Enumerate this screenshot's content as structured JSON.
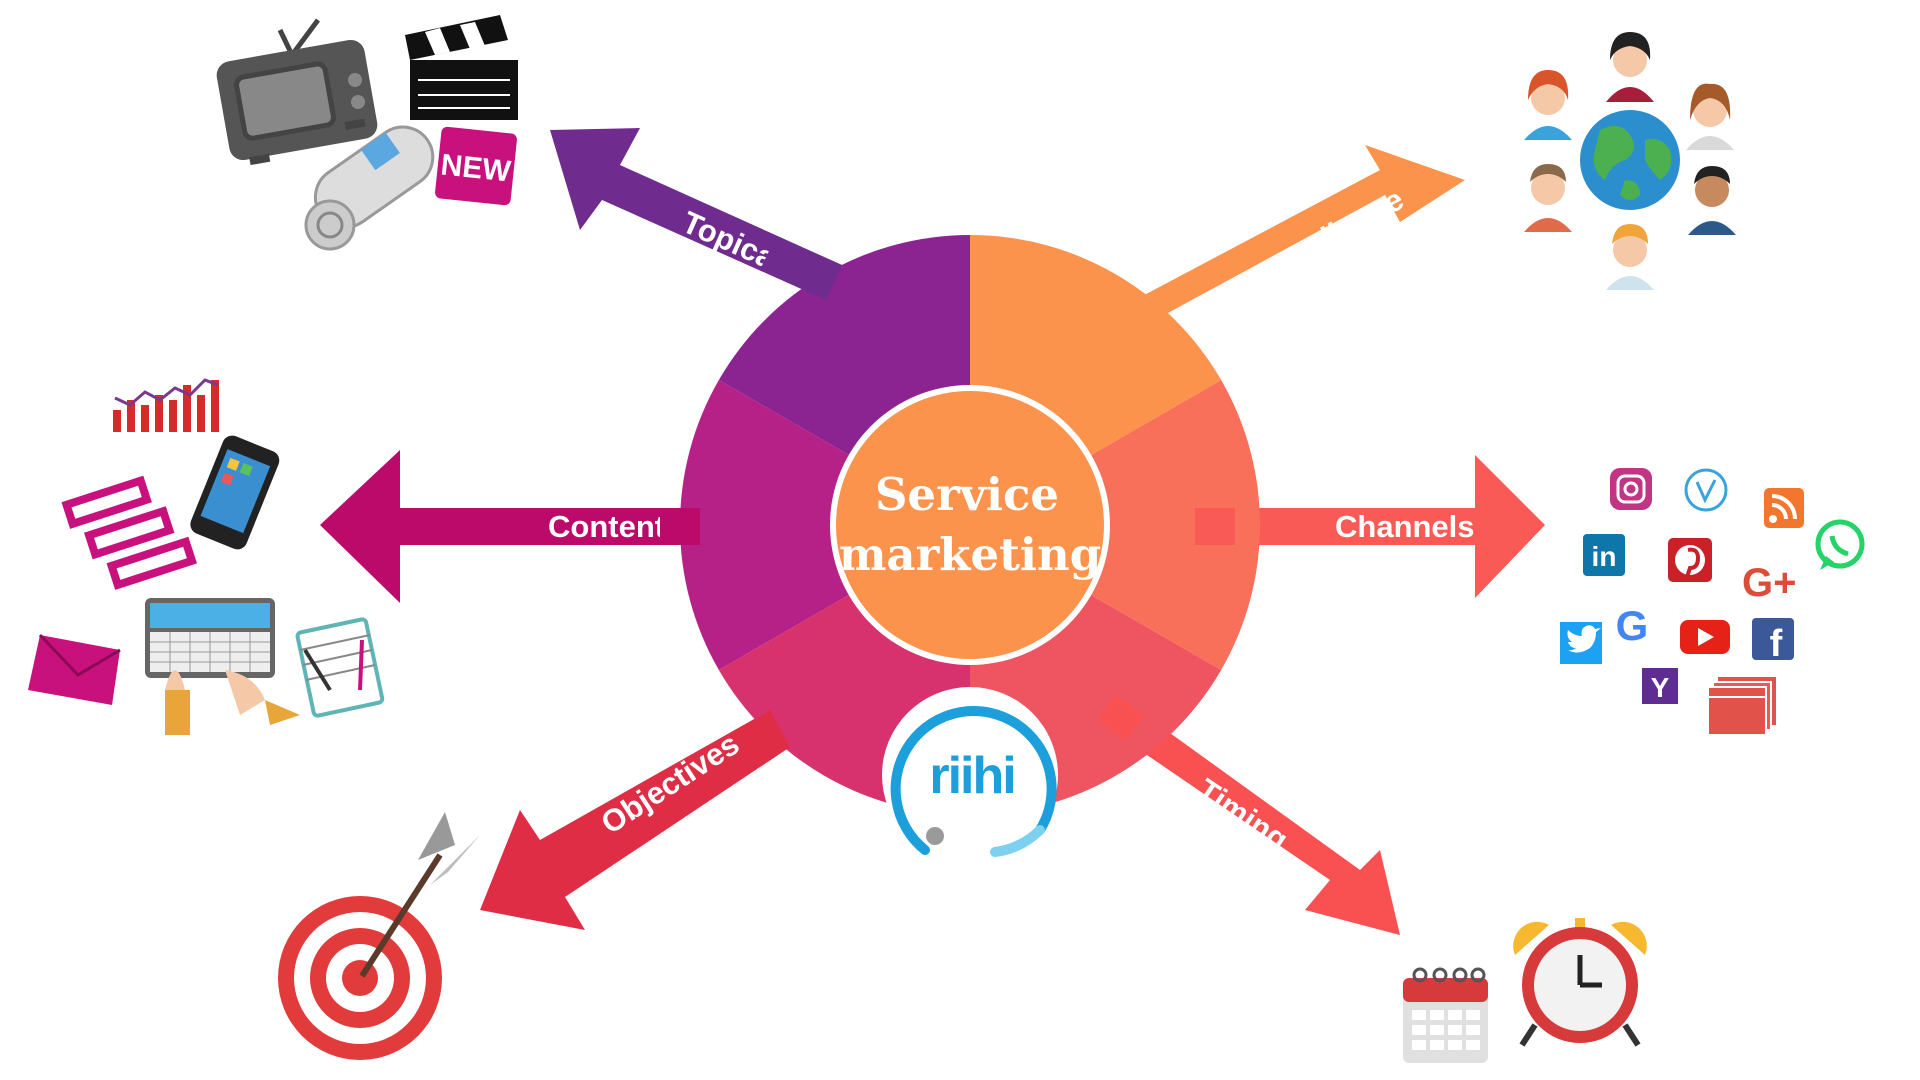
{
  "center": {
    "line1": "Service",
    "line2": "marketing"
  },
  "logo": {
    "text": "riihi"
  },
  "arrows": {
    "topical": "Topical",
    "target_audience": "Target audience",
    "content": "Content",
    "channels": "Channels",
    "objectives": "Objectives",
    "timing": "Timing"
  },
  "media": {
    "new_badge": "NEW"
  },
  "social": {
    "linkedin": "in",
    "google": "G",
    "google_plus": "G+",
    "yahoo": "Y",
    "facebook": "f"
  },
  "colors": {
    "purple": "#8B2391",
    "magenta": "#B62188",
    "pink": "#D8326E",
    "coral": "#EE5560",
    "salmon": "#F8705A",
    "orange": "#FB934C",
    "arrow_topical": "#6F2B8E",
    "arrow_audience": "#FB934C",
    "arrow_content": "#BC0A6A",
    "arrow_channels": "#FA5A55",
    "arrow_objectives": "#DF2D45",
    "arrow_timing": "#F95152"
  }
}
